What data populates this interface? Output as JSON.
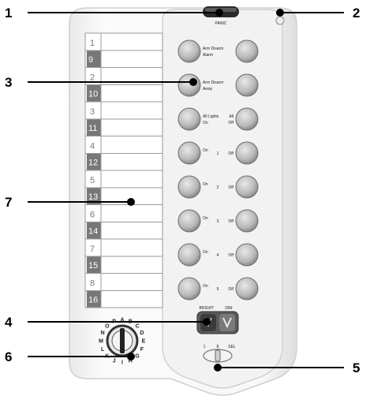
{
  "panic_label": "PANIC",
  "callouts": [
    "1",
    "2",
    "3",
    "4",
    "5",
    "6",
    "7"
  ],
  "slots": [
    {
      "top": "1",
      "bottom": "9"
    },
    {
      "top": "2",
      "bottom": "10"
    },
    {
      "top": "3",
      "bottom": "11"
    },
    {
      "top": "4",
      "bottom": "12"
    },
    {
      "top": "5",
      "bottom": "13"
    },
    {
      "top": "6",
      "bottom": "14"
    },
    {
      "top": "7",
      "bottom": "15"
    },
    {
      "top": "8",
      "bottom": "16"
    }
  ],
  "button_rows": [
    {
      "l1": "Arm Disarm",
      "l2": "Alarm"
    },
    {
      "l1": "Arm Disarm",
      "l2": "Away"
    },
    {
      "l1": "All Lights",
      "l2": "On",
      "r1": "All",
      "r2": "Off"
    },
    {
      "l1": "On",
      "num": "1",
      "r1": "Off"
    },
    {
      "l1": "On",
      "num": "2",
      "r1": "Off"
    },
    {
      "l1": "On",
      "num": "3",
      "r1": "Off"
    },
    {
      "l1": "On",
      "num": "4",
      "r1": "Off"
    },
    {
      "l1": "On",
      "num": "5",
      "r1": "Off"
    }
  ],
  "bright_label": "BRIGHT",
  "dim_label": "DIM",
  "switch_labels": [
    "1",
    "8",
    "SEL"
  ],
  "dial_letters": [
    "A",
    "B",
    "C",
    "D",
    "E",
    "F",
    "G",
    "H",
    "I",
    "J",
    "K",
    "L",
    "M",
    "N",
    "O",
    "P"
  ]
}
